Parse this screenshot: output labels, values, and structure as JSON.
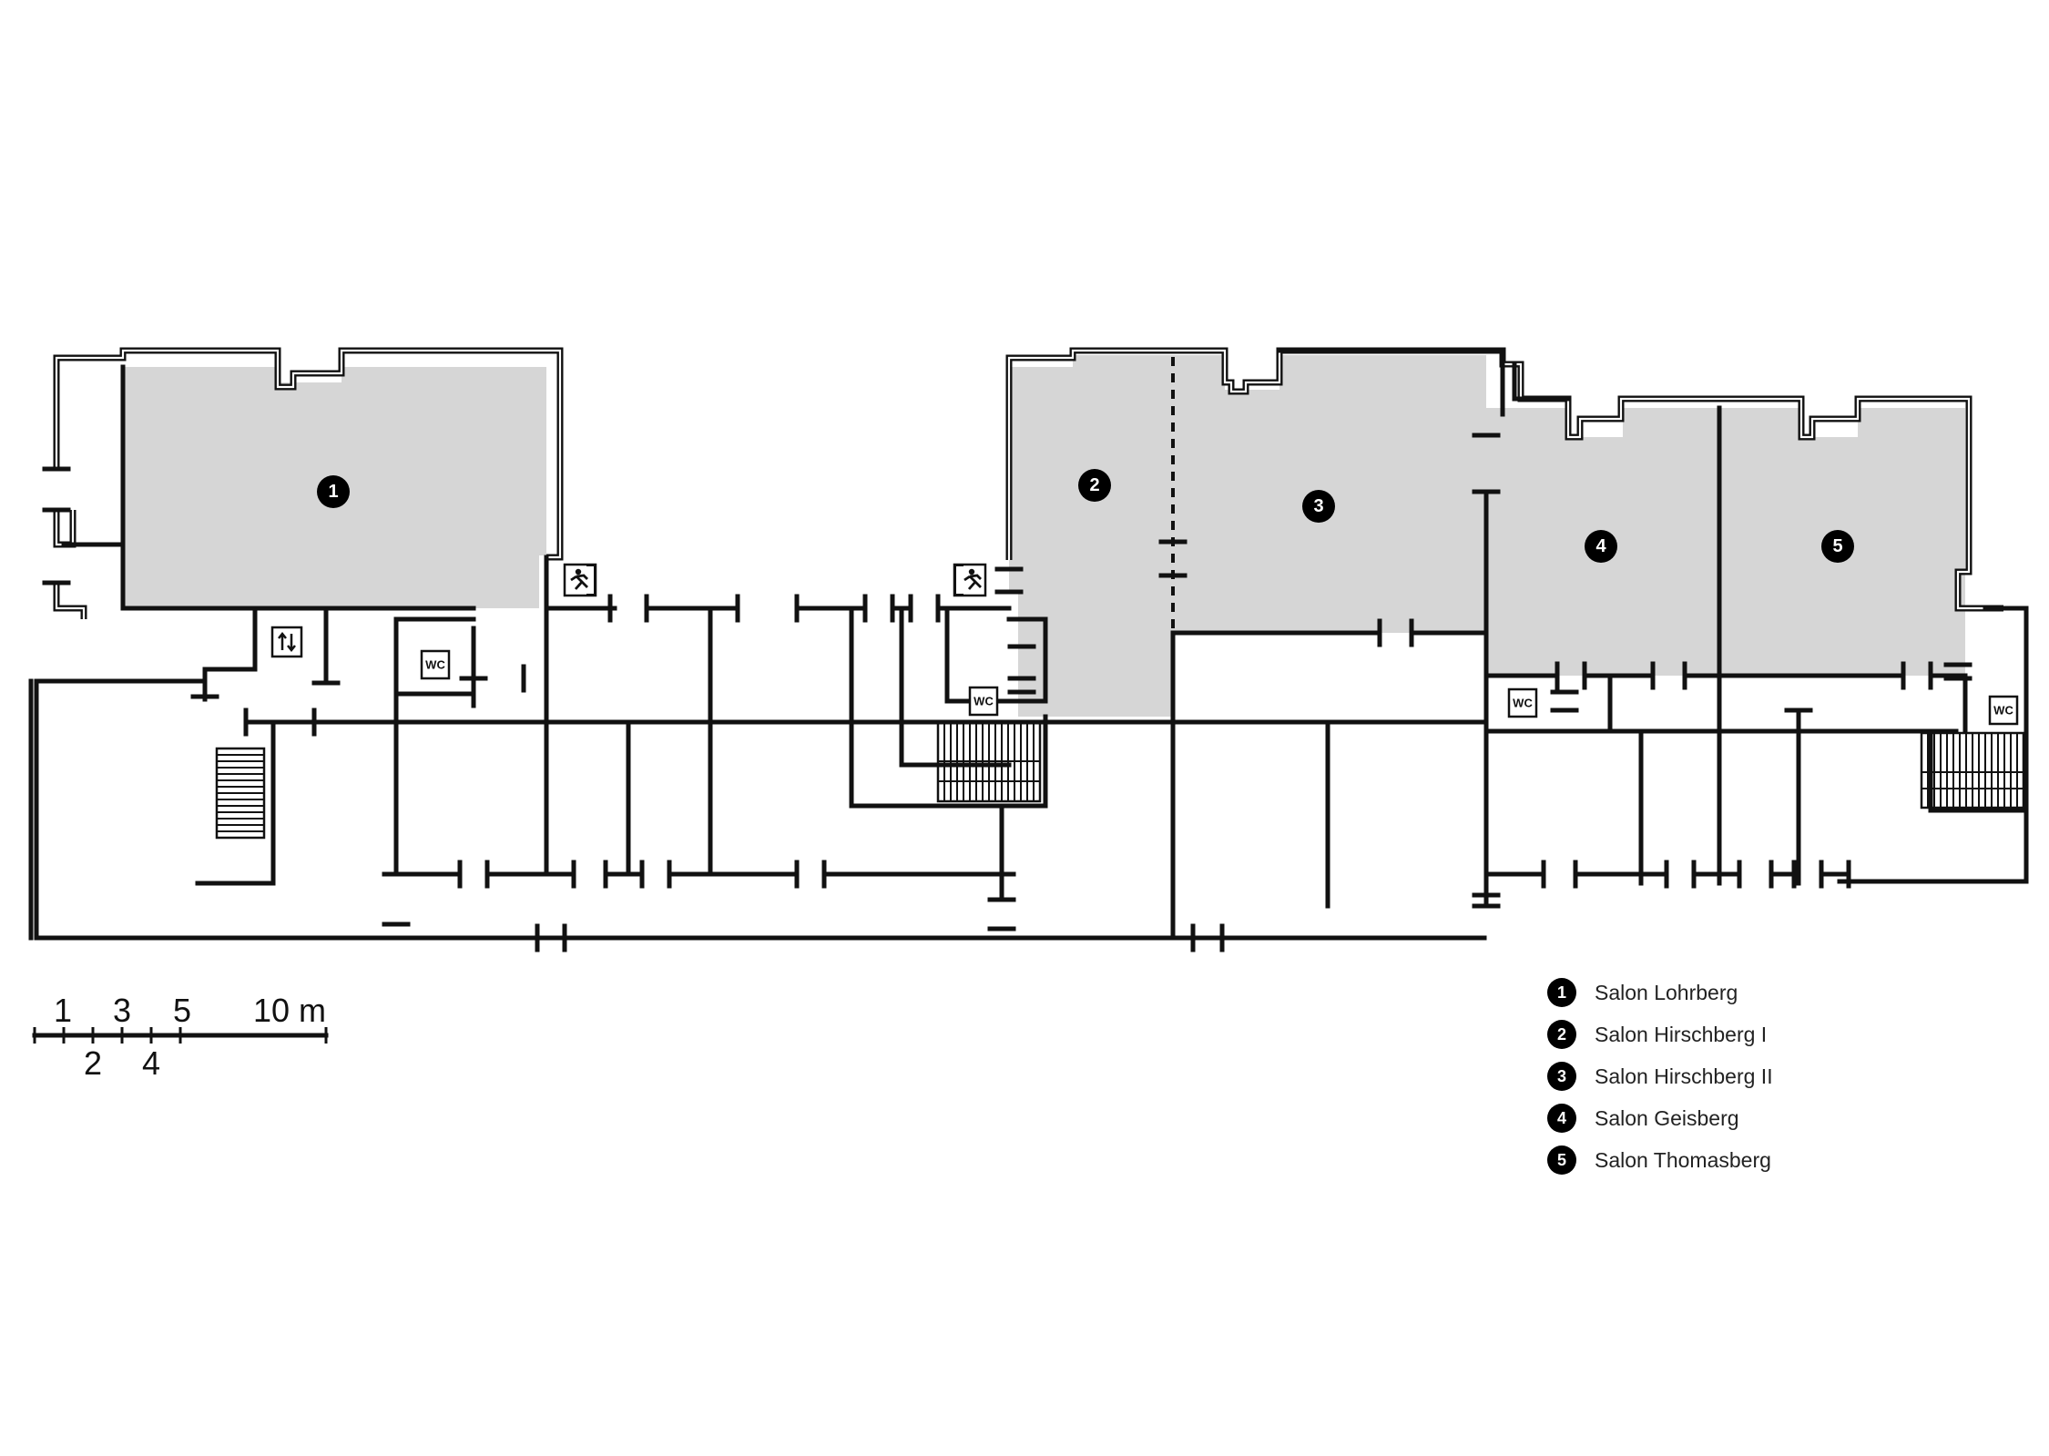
{
  "rooms": [
    {
      "number": "1",
      "name": "Salon Lohrberg"
    },
    {
      "number": "2",
      "name": "Salon Hirschberg I"
    },
    {
      "number": "3",
      "name": "Salon Hirschberg II"
    },
    {
      "number": "4",
      "name": "Salon Geisberg"
    },
    {
      "number": "5",
      "name": "Salon Thomasberg"
    }
  ],
  "wc_label": "WC",
  "icons": {
    "exit": "emergency-exit-icon",
    "elevator": "elevator-icon",
    "stairs": "stairs-icon"
  },
  "scale": {
    "top_labels": [
      "1",
      "3",
      "5",
      "10 m"
    ],
    "bottom_labels": [
      "2",
      "4"
    ]
  },
  "colors": {
    "room_fill": "#d6d6d6",
    "wall": "#111111",
    "badge": "#000000"
  }
}
